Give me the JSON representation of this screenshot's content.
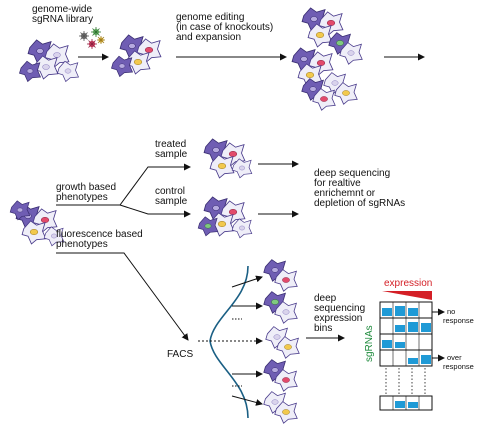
{
  "labels": {
    "library_line1": "genome-wide",
    "library_line2": "sgRNA library",
    "editing_line1": "genome editing",
    "editing_line2": "(in case of knockouts)",
    "editing_line3": "and expansion",
    "treated_line1": "treated",
    "treated_line2": "sample",
    "control_line1": "control",
    "control_line2": "sample",
    "growth_line1": "growth based",
    "growth_line2": "phenotypes",
    "fluor_line1": "fluorescence based",
    "fluor_line2": "phenotypes",
    "deepseq1_line1": "deep sequencing",
    "deepseq1_line2": "for realtive",
    "deepseq1_line3": "enrichemnt or",
    "deepseq1_line4": "depletion of sgRNAs",
    "facs": "FACS",
    "deepseq2_line1": "deep",
    "deepseq2_line2": "sequencing",
    "deepseq2_line3": "expression",
    "deepseq2_line4": "bins",
    "expression": "expression",
    "sgrnas": "sgRNAs",
    "no_response_line1": "no",
    "no_response_line2": "response",
    "over_response_line1": "over",
    "over_response_line2": "response"
  },
  "colors": {
    "cell_outline": "#4a3c8c",
    "cell_fill": "#efeef8",
    "cell_purple": "#6f5db3",
    "nucleus_red": "#e24a6b",
    "nucleus_yellow": "#f2c94c",
    "nucleus_green": "#7fc97f",
    "curve": "#1a5f84",
    "expression_red": "#d41f26",
    "bin_blue": "#1f9ad6",
    "sgrna_green": "#1e8a3c"
  },
  "icons": {
    "cell": "cell-cluster-icon",
    "virus": "lentivirus-particle-icon"
  }
}
